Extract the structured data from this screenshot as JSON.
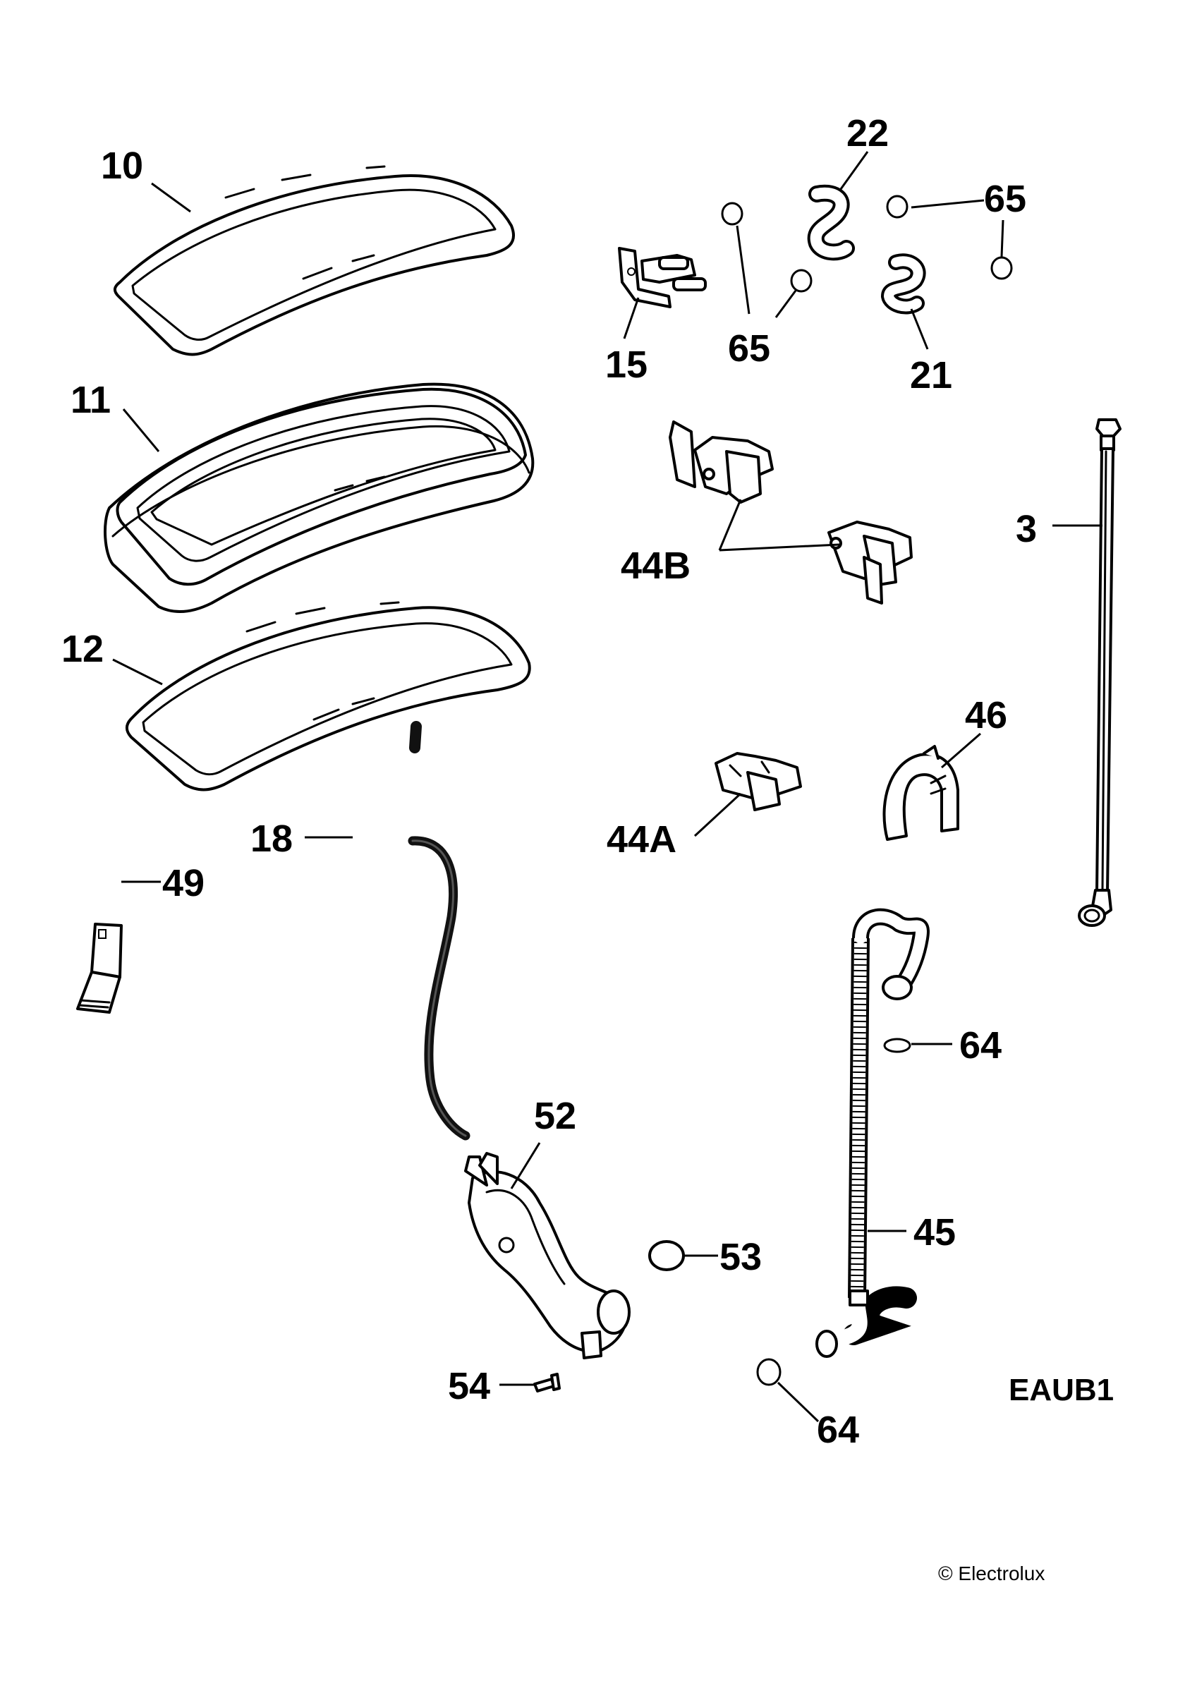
{
  "diagram": {
    "callouts": {
      "p10": "10",
      "p11": "11",
      "p12": "12",
      "p18": "18",
      "p49": "49",
      "p22": "22",
      "p65a": "65",
      "p65b": "65",
      "p15": "15",
      "p21": "21",
      "p44B": "44B",
      "p3": "3",
      "p46": "46",
      "p44A": "44A",
      "p64a": "64",
      "p52": "52",
      "p53": "53",
      "p45": "45",
      "p54": "54",
      "p64b": "64"
    },
    "diagram_code": "EAUB1",
    "copyright": "© Electrolux"
  }
}
